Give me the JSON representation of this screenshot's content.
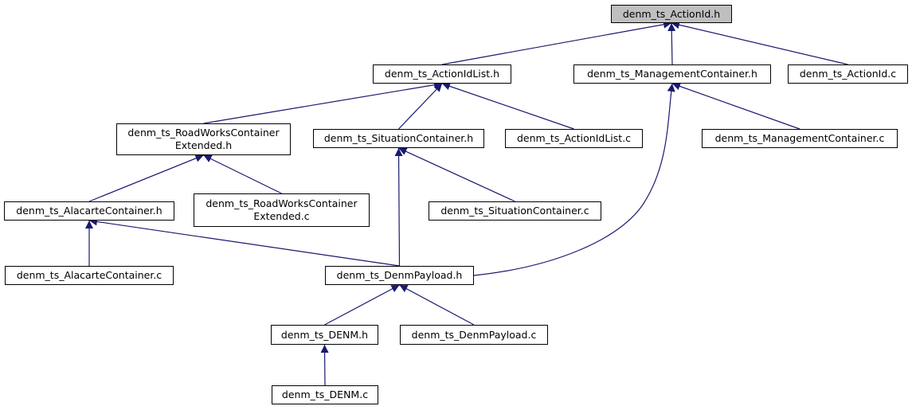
{
  "colors": {
    "edge": "#191970",
    "border": "#000000",
    "root_fill": "#bfbfbf",
    "node_fill": "#ffffff"
  },
  "nodes": {
    "actionid_h": "denm_ts_ActionId.h",
    "actionidlist_h": "denm_ts_ActionIdList.h",
    "managementcontainer_h": "denm_ts_ManagementContainer.h",
    "actionid_c": "denm_ts_ActionId.c",
    "roadworks_h": "denm_ts_RoadWorksContainer\nExtended.h",
    "situation_h": "denm_ts_SituationContainer.h",
    "actionidlist_c": "denm_ts_ActionIdList.c",
    "management_c": "denm_ts_ManagementContainer.c",
    "alacarte_h": "denm_ts_AlacarteContainer.h",
    "roadworks_c": "denm_ts_RoadWorksContainer\nExtended.c",
    "situation_c": "denm_ts_SituationContainer.c",
    "alacarte_c": "denm_ts_AlacarteContainer.c",
    "denmpayload_h": "denm_ts_DenmPayload.h",
    "denm_h": "denm_ts_DENM.h",
    "denmpayload_c": "denm_ts_DenmPayload.c",
    "denm_c": "denm_ts_DENM.c"
  },
  "edges": [
    [
      "actionidlist_h",
      "actionid_h"
    ],
    [
      "managementcontainer_h",
      "actionid_h"
    ],
    [
      "actionid_c",
      "actionid_h"
    ],
    [
      "roadworks_h",
      "actionidlist_h"
    ],
    [
      "situation_h",
      "actionidlist_h"
    ],
    [
      "actionidlist_c",
      "actionidlist_h"
    ],
    [
      "management_c",
      "managementcontainer_h"
    ],
    [
      "denmpayload_h",
      "managementcontainer_h"
    ],
    [
      "alacarte_h",
      "roadworks_h"
    ],
    [
      "roadworks_c",
      "roadworks_h"
    ],
    [
      "situation_c",
      "situation_h"
    ],
    [
      "denmpayload_h",
      "situation_h"
    ],
    [
      "alacarte_c",
      "alacarte_h"
    ],
    [
      "denmpayload_h",
      "alacarte_h"
    ],
    [
      "denm_h",
      "denmpayload_h"
    ],
    [
      "denmpayload_c",
      "denmpayload_h"
    ],
    [
      "denm_c",
      "denm_h"
    ]
  ]
}
